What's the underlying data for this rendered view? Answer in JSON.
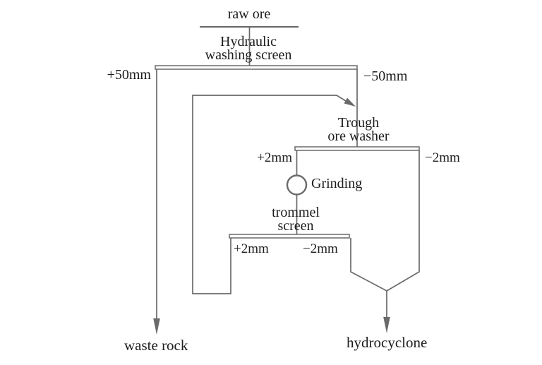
{
  "colors": {
    "background": "#ffffff",
    "line": "#6a6a6a",
    "text": "#1c1c1c"
  },
  "diagram": {
    "raw_ore": "raw ore",
    "hydraulic_screen": {
      "line1": "Hydraulic",
      "line2": "washing screen"
    },
    "hydraulic_oversize": "+50mm",
    "hydraulic_undersize": "−50mm",
    "trough_washer": {
      "line1": "Trough",
      "line2": "ore washer"
    },
    "trough_oversize": "+2mm",
    "trough_undersize": "−2mm",
    "grinding": "Grinding",
    "trommel_screen": {
      "line1": "trommel",
      "line2": "screen"
    },
    "trommel_oversize": "+2mm",
    "trommel_undersize": "−2mm",
    "waste_rock": "waste rock",
    "hydrocyclone": "hydrocyclone"
  }
}
